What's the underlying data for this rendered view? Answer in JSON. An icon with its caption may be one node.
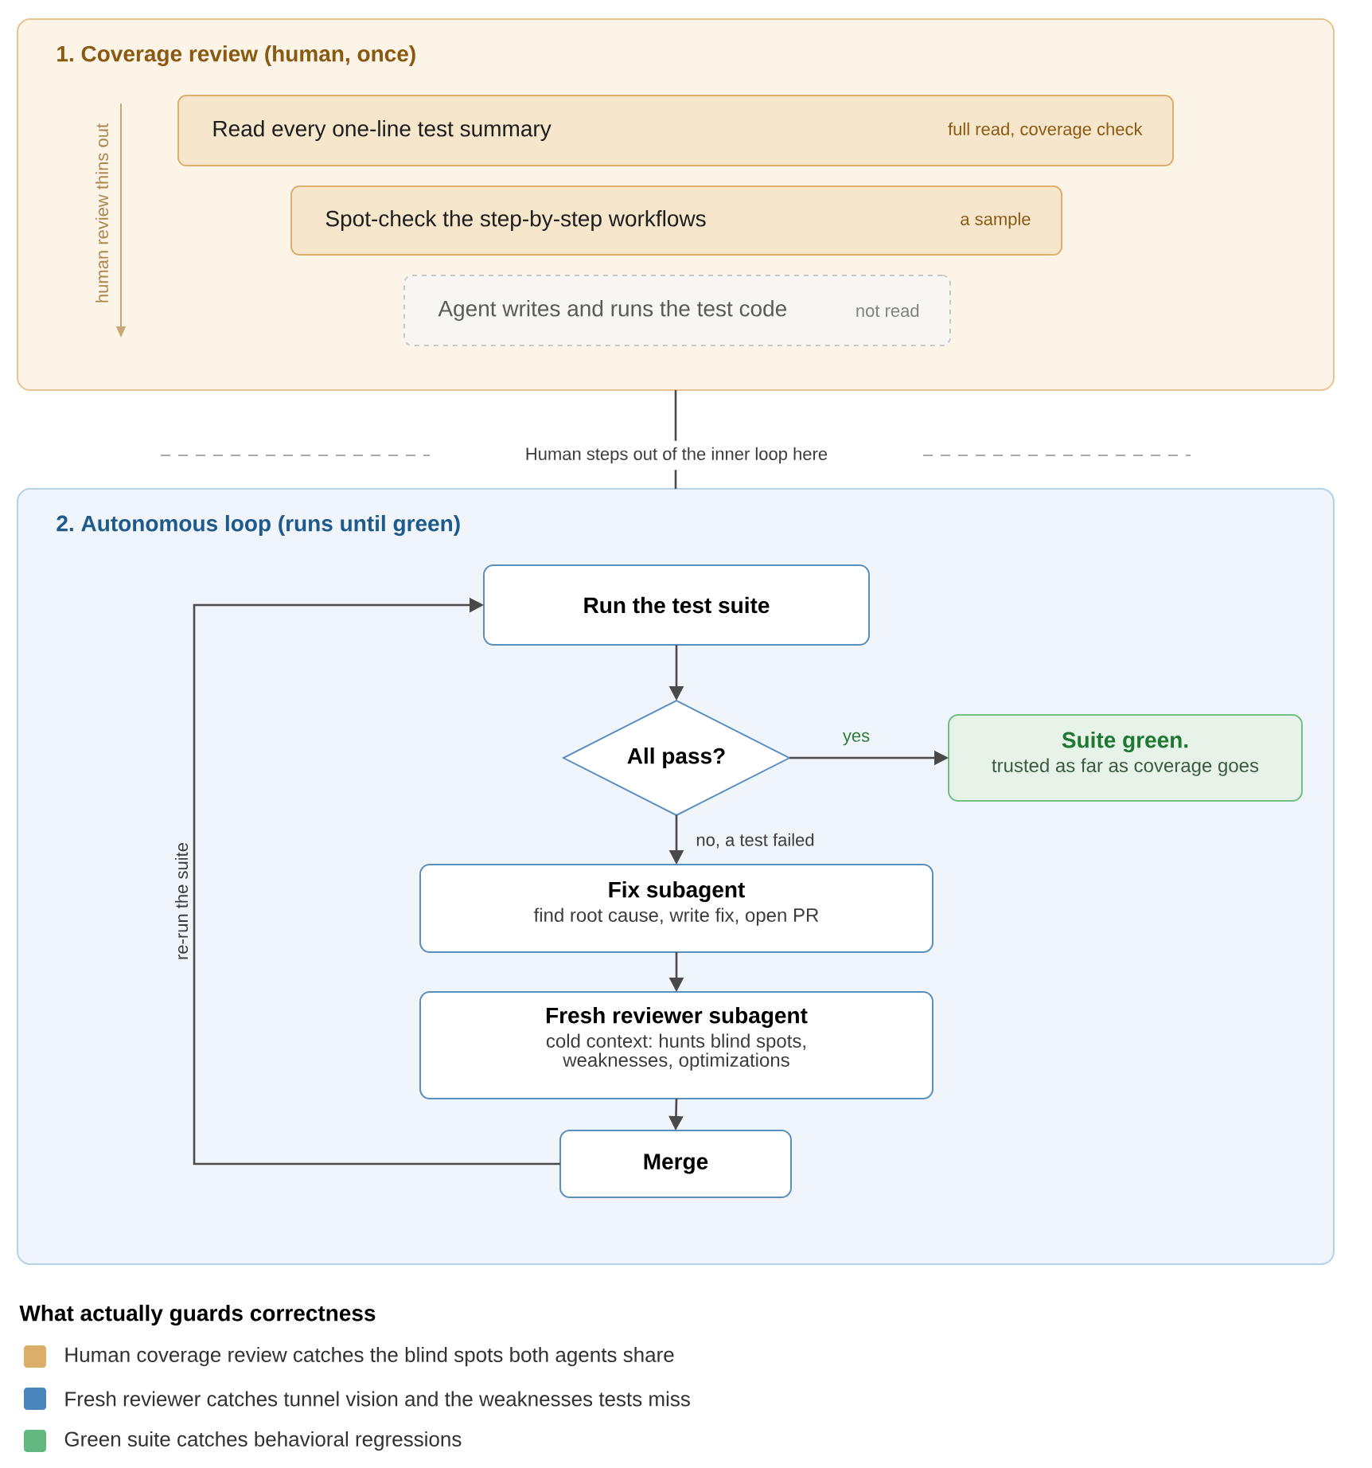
{
  "diagram": {
    "nodes": [
      {
        "text": [
          "1. Coverage review (human, once)"
        ]
      },
      {
        "text": [
          "Read every one-line test summary",
          "full read, coverage check"
        ],
        "in": 0
      },
      {
        "text": [
          "Spot-check the step-by-step workflows",
          "a sample"
        ],
        "in": 0
      },
      {
        "text": [
          "Agent writes and runs the test code",
          "not read"
        ],
        "in": 0
      },
      {
        "text": [
          "2. Autonomous loop (runs until green)"
        ]
      },
      {
        "text": [
          "Run the test suite"
        ],
        "in": 4
      },
      {
        "text": [
          "All pass?"
        ],
        "in": 4
      },
      {
        "text": [
          "Suite green.",
          "trusted as far as coverage goes"
        ],
        "in": 4
      },
      {
        "text": [
          "Fix subagent",
          "find root cause, write fix, open PR"
        ],
        "in": 4
      },
      {
        "text": [
          "Fresh reviewer subagent",
          "cold context: hunts blind spots, weaknesses, optimizations"
        ],
        "in": 4
      },
      {
        "text": [
          "Merge"
        ],
        "in": 4
      }
    ],
    "edges": [
      {
        "from": 0,
        "to": 4,
        "arrow": "none",
        "label": "Human steps out of the inner loop here"
      },
      {
        "from": 5,
        "to": 6,
        "arrow": "to"
      },
      {
        "from": 6,
        "to": 7,
        "arrow": "to",
        "label": "yes"
      },
      {
        "from": 6,
        "to": 8,
        "arrow": "to",
        "label": "no, a test failed"
      },
      {
        "from": 8,
        "to": 9,
        "arrow": "to"
      },
      {
        "from": 9,
        "to": 10,
        "arrow": "to"
      },
      {
        "from": 10,
        "to": 5,
        "arrow": "to",
        "label": "re-run the suite"
      }
    ],
    "labels": [
      "human review thins out",
      "What actually guards correctness"
    ],
    "legend": [
      {
        "text": "Human coverage review catches the blind spots both agents share",
        "color": "#dcae6a"
      },
      {
        "text": "Fresh reviewer catches tunnel vision and the weaknesses tests miss",
        "color": "#4a86bd"
      },
      {
        "text": "Green suite catches behavioral regressions",
        "color": "#63b880"
      }
    ]
  }
}
